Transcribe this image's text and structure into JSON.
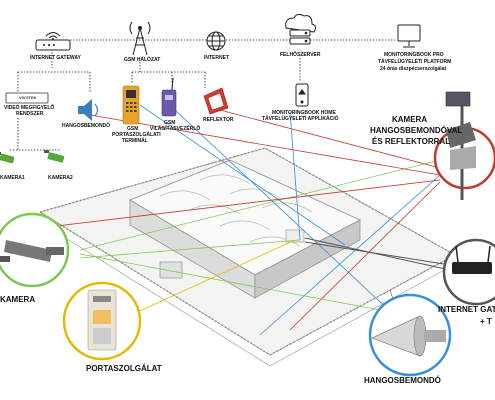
{
  "top_row": {
    "internet_gateway": "INTERNET GATEWAY",
    "gsm_network": "GSM HÁLÓZAT",
    "internet": "INTERNET",
    "cloud_server": "FELHŐSZERVER",
    "platform_line1": "MONITORINGBOOK PRO",
    "platform_line2": "TÁVFELÜGYELETI PLATFORM",
    "platform_line3": "24 órás diszpécserszolgálat"
  },
  "second_row": {
    "video_system_line1": "VIDEÓ MEGFIGYELŐ",
    "video_system_line2": "RENDSZER",
    "nvr_brand": "VIVOTEK",
    "speaker": "HANGOSBEMONDÓ",
    "gsm_terminal_line1": "GSM",
    "gsm_terminal_line2": "PORTASZOLGÁLATI",
    "gsm_terminal_line3": "TERMINÁL",
    "gsm_light_line1": "GSM",
    "gsm_light_line2": "VILÁGÍTÁSVEZÉRLŐ",
    "reflector": "REFLEKTOR",
    "app_line1": "MONITORINGBOOK HOME",
    "app_line2": "TÁVFELÜGYELETI APPLIKÁCIÓ"
  },
  "cameras": {
    "camera1": "KAMERA1",
    "camera2": "KAMERA2"
  },
  "callouts": {
    "kamera": "KAMERA",
    "portaszolgalat": "PORTASZOLGÁLAT",
    "hangosbemondo": "HANGOSBEMONDÓ",
    "combo_line1": "KAMERA",
    "combo_line2": "HANGOSBEMONDÓVAL",
    "combo_line3": "ÉS REFLEKTORRAL",
    "gateway_line1": "INTERNET GATEWAY",
    "gateway_line2": "+ T"
  },
  "colors": {
    "red": "#c0392b",
    "green": "#7ec850",
    "blue": "#3a8fd6",
    "yellow": "#e6b800",
    "gray": "#555555",
    "panel_orange": "#e8a32a"
  }
}
